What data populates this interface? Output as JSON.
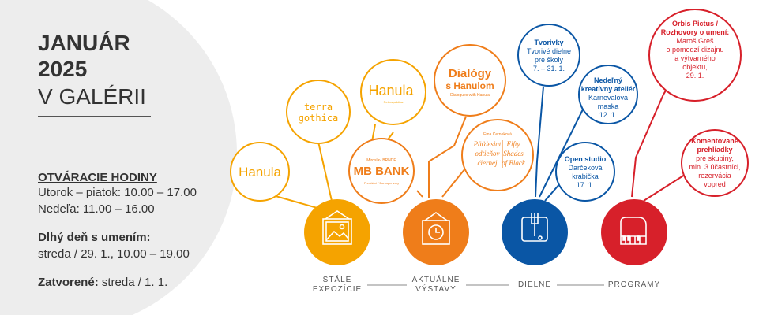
{
  "header": {
    "line1": "JANUÁR",
    "line2": "2025",
    "line3": "V GALÉRII"
  },
  "hours": {
    "heading": "OTVÁRACIE HODINY",
    "row1": "Utorok – piatok: 10.00 – 17.00",
    "row2": "Nedeľa: 11.00 – 16.00",
    "long_day_heading": "Dlhý deň s umením:",
    "long_day_value": "streda / 29. 1., 10.00 – 19.00",
    "closed_label": "Zatvorené:",
    "closed_value": " streda / 1. 1."
  },
  "categories": {
    "permanent": [
      "STÁLE",
      "EXPOZÍCIE"
    ],
    "current": [
      "AKTUÁLNE",
      "VÝSTAVY"
    ],
    "workshops": "DIELNE",
    "programs": "PROGRAMY"
  },
  "logos": {
    "hanula": "Hanula",
    "terra1": "terra",
    "terra2": "gothica",
    "hanula_big": "Hanula",
    "hanula_small": "Retrospektíva",
    "mb_top": "Miroslav BRNDÉ",
    "mb_bank": "MB BANK",
    "mb_bottom": "Predátori / Eurospenzory",
    "dialogy1": "Dialógy",
    "dialogy2": "s Hanulom",
    "dialogy3": "Dialogues with Hanula",
    "black_top": "Ema Černeková",
    "black_l1": "Päťdesiat",
    "black_l2": "odtieňov",
    "black_l3": "čiernej",
    "black_r1": "Fifty",
    "black_r2": "Shades",
    "black_r3": "of Black"
  },
  "workshops": [
    {
      "title": "Tvorivky",
      "body": [
        "Tvorivé dielne",
        "pre školy",
        "7. – 31. 1."
      ]
    },
    {
      "title": "Nedeľný",
      "title2": "kreatívny ateliér",
      "body": [
        "Karnevalová",
        "maska",
        "12. 1."
      ]
    },
    {
      "title": "Open studio",
      "body": [
        "Darčeková",
        "krabička",
        "17. 1."
      ]
    }
  ],
  "programs": [
    {
      "title": "Orbis Pictus /",
      "title2": "Rozhovory o umení:",
      "body": [
        "Maroš Greš",
        "o pomedzí dizajnu",
        "a výtvarného",
        "objektu,",
        "29. 1."
      ]
    },
    {
      "title": "Komentované",
      "title2": "prehliadky",
      "body": [
        "pre skupiny,",
        "min. 3 účastníci,",
        "rezervácia",
        "vopred"
      ]
    }
  ],
  "colors": {
    "yellow": "#f5a300",
    "orange": "#ef7d1a",
    "blue": "#0a56a5",
    "red": "#d7202a",
    "grey": "#ededed"
  },
  "icons": [
    "picture-icon",
    "clock-frame-icon",
    "hand-tool-icon",
    "piano-icon"
  ]
}
